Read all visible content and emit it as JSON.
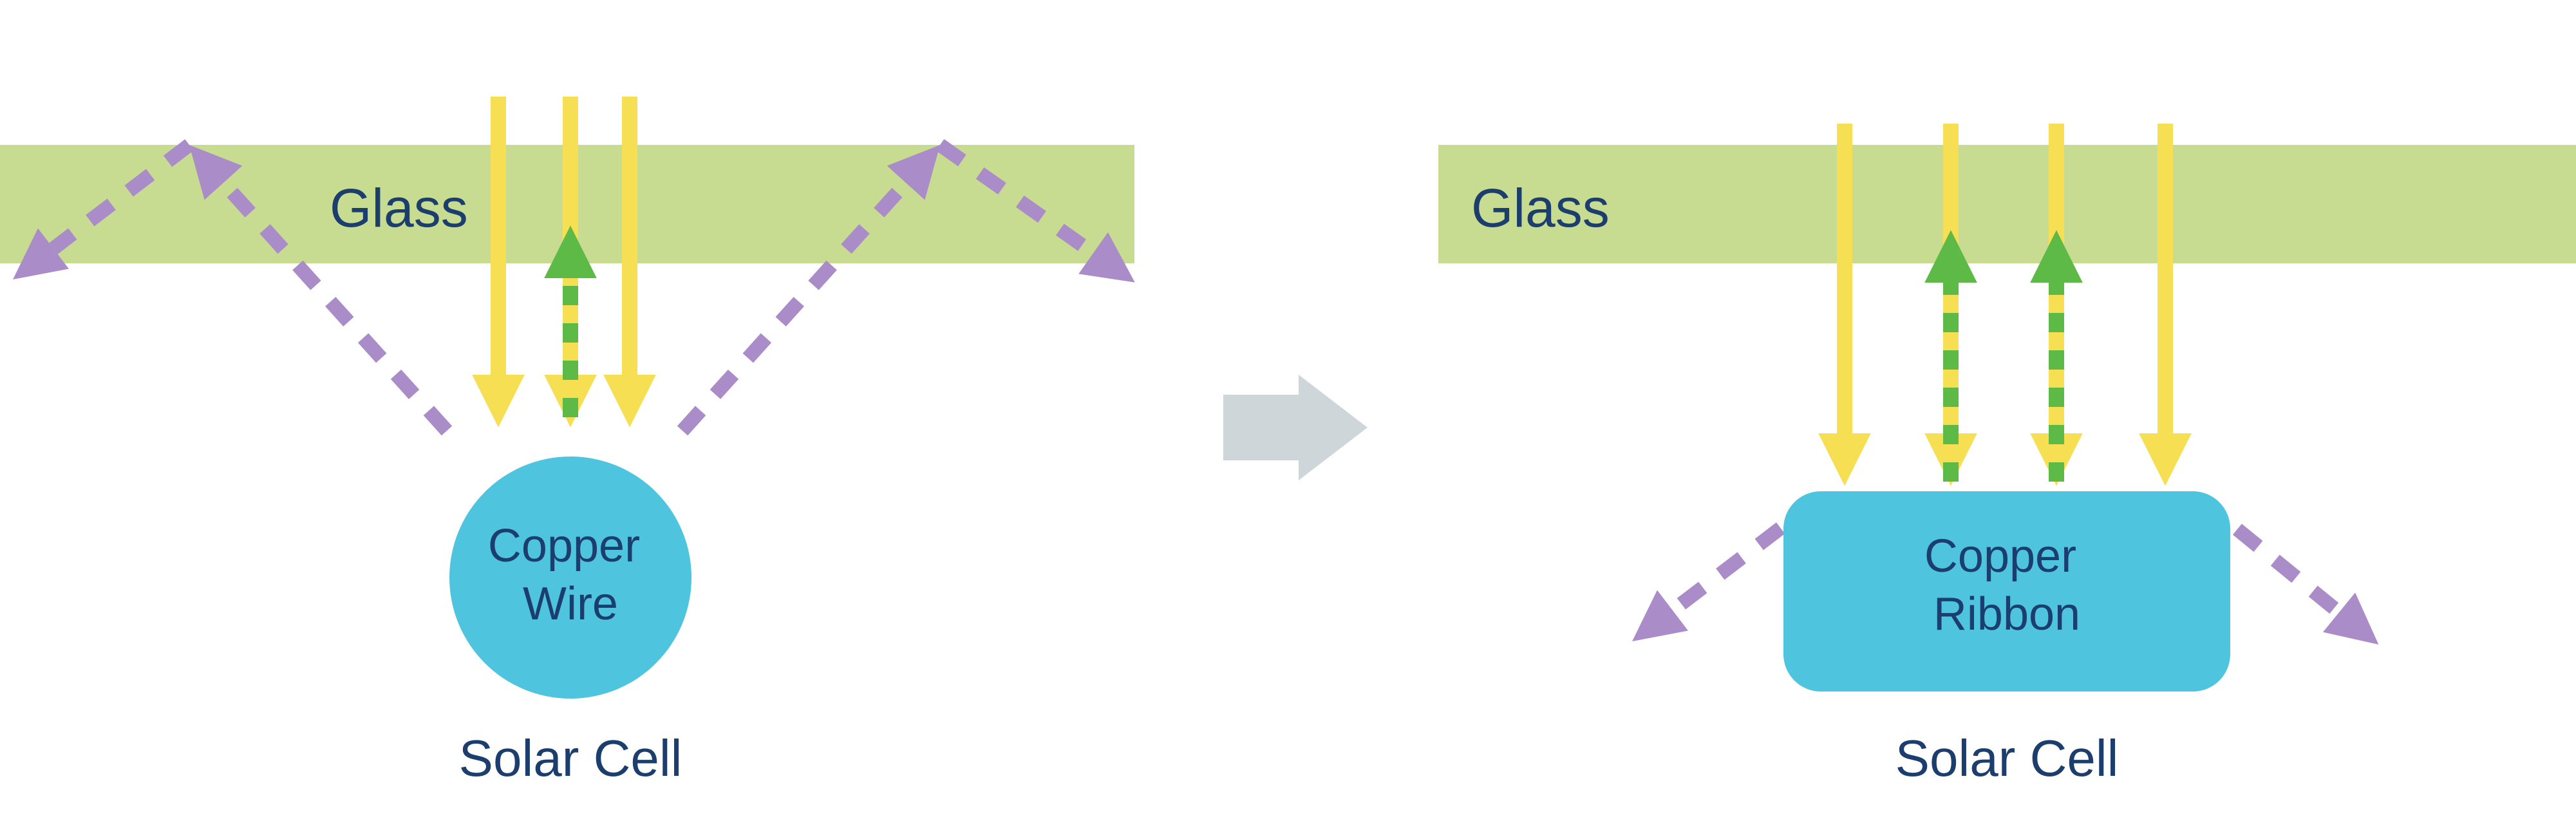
{
  "figure": {
    "description_left_label": "Glass",
    "description_right_label": "Glass"
  },
  "colors": {
    "glass_green": "#c7dc90",
    "sunlight_yellow": "#f6df52",
    "reflected_green": "#5eba47",
    "scattered_purple": "#a98cc8",
    "copper_cyan": "#4fc4de",
    "transition_gray": "#cfd6da",
    "label_navy": "#1c3e6e",
    "background": "#ffffff"
  },
  "icons": {
    "sunlight-arrow": "solid yellow down arrow",
    "reflected-light-arrow": "dashed green up arrow",
    "scattered-light-arrow": "dashed purple diagonal arrow",
    "transition-arrow": "gray right block arrow"
  },
  "left": {
    "glass_label": "Glass",
    "conductor": {
      "line1": "Copper",
      "line2": "Wire"
    },
    "cell_label": "Solar Cell"
  },
  "right": {
    "glass_label": "Glass",
    "conductor": {
      "line1": "Copper",
      "line2": "Ribbon"
    },
    "cell_label": "Solar Cell"
  }
}
